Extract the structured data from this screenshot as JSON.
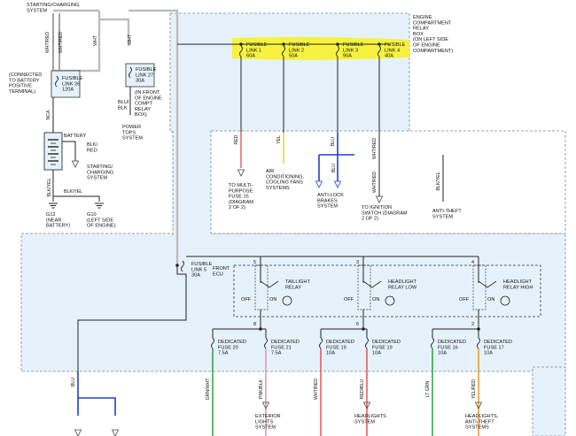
{
  "colors": {
    "zone_fill": "#e6f2fb",
    "zone_border": "#7a8a99",
    "highlight": "#f7f22a",
    "wire_black": "#222222",
    "wire_red": "#e04a4a",
    "wire_yellow": "#e8d400",
    "wire_blue": "#1f3fd1",
    "wire_green": "#1a9a2a",
    "wire_pink": "#e58aa8",
    "wire_orange": "#f09018",
    "wire_gray": "#bdbdbd"
  },
  "labels": {
    "starting_top": [
      "STARTING/CHARGING",
      "SYSTEM"
    ],
    "whtred_a": "WHT/RED",
    "whtred_b": "WHT/RED",
    "wht_a": "WHT",
    "wht_b": "WHT",
    "connected": [
      "(CONNECTED",
      "TO BATTERY",
      "POSITIVE",
      "TERMINAL)"
    ],
    "fl26": [
      "FUSIBLE",
      "LINK 26",
      "120A"
    ],
    "fl27": [
      "FUSIBLE",
      "LINK 27",
      "30A"
    ],
    "fl27_note": [
      "(IN FRONT",
      "OF ENGINE",
      "COMPT",
      "RELAY",
      "BOX)"
    ],
    "blu_blk": [
      "BLU/",
      "BLK"
    ],
    "power_tops": [
      "POWER",
      "TOPS",
      "SYSTEM"
    ],
    "nca": "NCA",
    "battery": "BATTERY",
    "blk_red": [
      "BLK/",
      "RED"
    ],
    "starting_mid": [
      "STARTING/",
      "CHARGING",
      "SYSTEM"
    ],
    "blk_yel_v": "BLK/YEL",
    "blk_yel_h": "BLK/YEL",
    "g12": [
      "G12",
      "(NEAR",
      "BATTERY)"
    ],
    "g10": [
      "G10",
      "(LEFT SIDE",
      "OF ENGINE)"
    ],
    "relay_box": [
      "ENGINE",
      "COMPARTMENT",
      "RELAY",
      "BOX",
      "(ON LEFT SIDE",
      "OF ENGINE",
      "COMPARTMENT)"
    ],
    "fusible_links": [
      [
        "FUSIBLE",
        "LINK 1",
        "60A"
      ],
      [
        "FUSIBLE",
        "LINK 2",
        "50A"
      ],
      [
        "FUSIBLE",
        "LINK 3",
        "90A"
      ],
      [
        "FUSIBLE",
        "LINK 4",
        "40A"
      ]
    ],
    "red": "RED",
    "yel": "YEL",
    "blu_a": "BLU",
    "blu_b": "BLU",
    "whtred_c": "WHT/RED",
    "whtred_d": "WHT/RED",
    "blkyel_r": "BLK/YEL",
    "to_multi": [
      "TO MULTI-",
      "PURPOSE",
      "FUSE 15",
      "(DIAGRAM",
      "2 OF 2)"
    ],
    "air_cond": [
      "AIR",
      "CONDITIONING,",
      "COOLING FANS",
      "SYSTEMS"
    ],
    "anti_lock": [
      "ANTI-LOCK",
      "BRAKES",
      "SYSTEM"
    ],
    "to_ignition": [
      "TO IGNITION",
      "SWITCH (DIAGRAM",
      "2 OF 2)"
    ],
    "anti_theft": [
      "ANTI-THEFT",
      "SYSTEM"
    ],
    "fl5": [
      "FUSIBLE",
      "LINK 5",
      "30A"
    ],
    "front_ecu": [
      "FRONT",
      "ECU"
    ],
    "relays": [
      [
        "TAILLIGHT",
        "RELAY"
      ],
      [
        "HEADLIGHT",
        "RELAY LOW"
      ],
      [
        "HEADLIGHT",
        "RELAY HIGH"
      ]
    ],
    "pins_top": [
      "5",
      "3",
      "4"
    ],
    "pins_bot": [
      "8",
      "6",
      "2"
    ],
    "off": "OFF",
    "on": "ON",
    "fuses": [
      [
        "DEDICATED",
        "FUSE 20",
        "7.5A"
      ],
      [
        "DEDICATED",
        "FUSE 21",
        "7.5A"
      ],
      [
        "DEDICATED",
        "FUSE 19",
        "10A"
      ],
      [
        "DEDICATED",
        "FUSE 19",
        "10A"
      ],
      [
        "DEDICATED",
        "FUSE 16",
        "10A"
      ],
      [
        "DEDICATED",
        "FUSE 17",
        "10A"
      ]
    ],
    "bottom_wires": [
      "BLU",
      "GRN/WHT",
      "PNK/BLK",
      "WHT/RED",
      "RED/BLU",
      "LT GRN",
      "YEL/RED"
    ],
    "exterior": [
      "EXTERIOR",
      "LIGHTS",
      "SYSTEM"
    ],
    "headlights": [
      "HEADLIGHTS",
      "SYSTEM"
    ],
    "headlights_at": [
      "HEADLIGHTS,",
      "ANTI-THEFT",
      "SYSTEMS"
    ]
  }
}
